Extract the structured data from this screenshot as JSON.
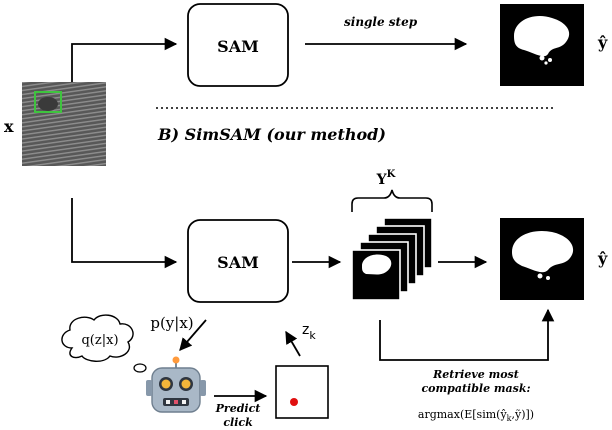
{
  "input": {
    "label": "x"
  },
  "top_section": {
    "sam_label": "SAM",
    "edge_label": "single step",
    "output_label": "ŷ"
  },
  "bottom_section": {
    "title": "B) SimSAM (our method)",
    "sam_label": "SAM",
    "stack_label": "Y",
    "stack_superscript": "K",
    "output_label": "ŷ",
    "p_label": "p(y|x)",
    "q_label": "q(z|x)",
    "z_label": "z",
    "z_subscript": "k",
    "predict_line1": "Predict",
    "predict_line2": "click",
    "retrieve_line1": "Retrieve most",
    "retrieve_line2": "compatible mask:",
    "formula": "argmax(E[sim(ŷ",
    "formula_subscript": "k",
    "formula_tail": ",ỹ)])"
  },
  "colors": {
    "ink": "#000000",
    "mask_fill": "#ffffff",
    "mask_bg": "#000000",
    "bbox": "#3ec43e",
    "click_dot": "#e01010",
    "robot_face": "#a9b8c7",
    "robot_eye": "#f2b53a",
    "robot_antenna": "#ff9a3c",
    "robot_mouth": "#e0526b"
  },
  "icons": [
    "ultrasound-image",
    "robot-icon",
    "thought-bubble",
    "click-box"
  ]
}
